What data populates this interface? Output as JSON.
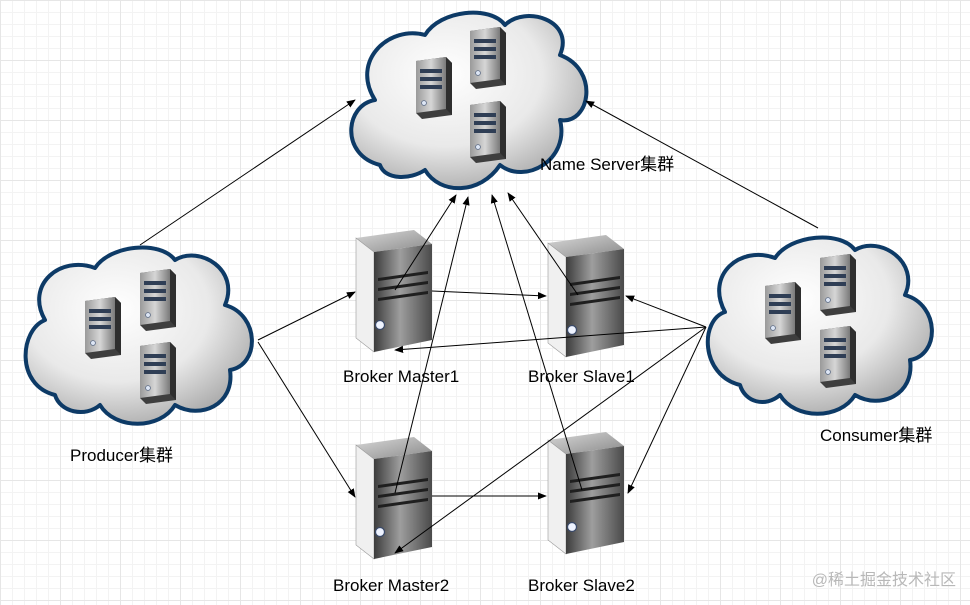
{
  "diagram": {
    "name_server_label": "Name Server集群",
    "producer_label": "Producer集群",
    "consumer_label": "Consumer集群",
    "broker_master1_label": "Broker Master1",
    "broker_slave1_label": "Broker Slave1",
    "broker_master2_label": "Broker Master2",
    "broker_slave2_label": "Broker Slave2"
  },
  "watermark": "@稀土掘金技术社区",
  "colors": {
    "cloud_outline": "#0d3a66",
    "arrow": "#000000"
  }
}
